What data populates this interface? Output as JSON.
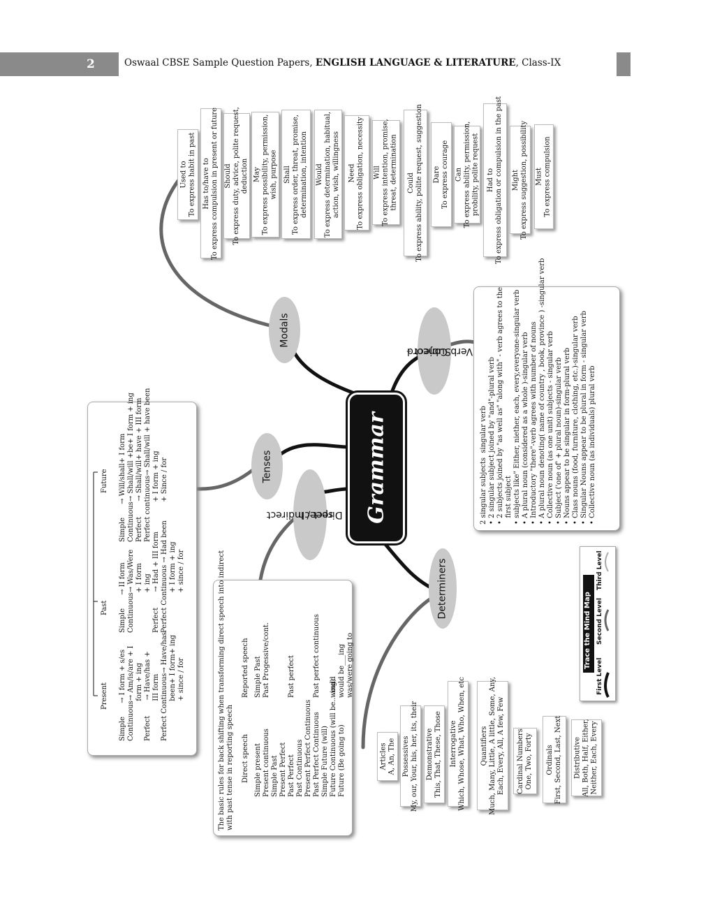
{
  "header": {
    "page_number": "2",
    "title_prefix": "Oswaal CBSE Sample Question Papers,",
    "title_bold": "ENGLISH LANGUAGE & LITERATURE",
    "title_suffix": ", Class-IX"
  },
  "center_label": "Grammar",
  "branches": {
    "modals": "Modals",
    "tenses": "Tenses",
    "direct_indirect_1": "Direct / Indirect",
    "direct_indirect_2": "speech",
    "determiners": "Determiners",
    "svc_1": "Subject –",
    "svc_2": "Verb Concord"
  },
  "modals": [
    {
      "name": "Used to",
      "desc": "To express habit in past"
    },
    {
      "name": "Has to/have to",
      "desc": "To express compulsion in present or future"
    },
    {
      "name": "Should",
      "desc": "To express duty, advice, polite request,",
      "desc2": "deduction"
    },
    {
      "name": "May",
      "desc": "To express possibility, permission,",
      "desc2": "wish, purpose"
    },
    {
      "name": "Shall",
      "desc": "To express order, threat, promise,",
      "desc2": "determination, intention"
    },
    {
      "name": "Would",
      "desc": "To express determination, habitual,",
      "desc2": "action, wish, willingness"
    },
    {
      "name": "Need",
      "desc": "To express obligation, necessity"
    },
    {
      "name": "Will",
      "desc": "To express intention, promise,",
      "desc2": "threat, determination"
    },
    {
      "name": "Could",
      "desc": "To express ability, polite request, suggestion"
    },
    {
      "name": "Dare",
      "desc": "To express courage"
    },
    {
      "name": "Can",
      "desc": "To express ability, permission,",
      "desc2": "probility, polite request"
    },
    {
      "name": "Had to",
      "desc": "To express obligation or compulsion in the past"
    },
    {
      "name": "Might",
      "desc": "To express suggestion, possibility"
    },
    {
      "name": "Must",
      "desc": "To express compulsion"
    }
  ],
  "tenses": {
    "present_head": "Present",
    "past_head": "Past",
    "future_head": "Future",
    "present_lines": "Simple      → I form + s/es\nContinuous→ Am/is/are + I\n                  form + ing\nPerfect       → Have/has +\n                  III form\nPerfect Continuous→ Have/has\n                  been+ I form+ ing\n                  + since / for",
    "past_lines": "Simple      → II form\nContinuous→ Was/Were\n                  + I form\n                  + ing\nPerfect       → Had + III form\nPerfect Continuous → Had been\n                  + I form + ing\n                  + since / for",
    "future_lines": "Simple      → Will/shall+ I form\nContinuous→ Shall/will +be+ I form + ing\nPerfect       → Shall/will+ have + III form\nPerfect continuous→ Shall/will + have been\n                  + I form + ing\n                  + Since / for"
  },
  "speech": {
    "intro": "The basic rules for back shifting when transforming direct speech into indirect\nwith past tense in reporting speech",
    "direct_head": "Direct speech",
    "reported_head": "Reported speech",
    "direct_lines": "Simple present\nPresent continuous\nSimple Past\nPresent Perfect\nPast Perfect\nPast Continuous\nPresent Perfect Continuous\nPast Perfect Continuous\nSimple Future (will)\nFuture Continuous (will be....ing)\nFuture (Be going to)",
    "reported_lines": "Simple Past\nPast Progessive/cont.\n\n\nPast perfect\n\n\nPast perfect continuous\n\nwould\nwould be___ing\nwas/were going to"
  },
  "svc_lines": "2 singular subjects  singular verb\n• 2 singular subject joined by \"and\"-plural verb\n• 2 subjects joined by \"as well as\" \"along with\" - verb agrees to the\n   first subject\n• subjects like\" Either, niether, each, every,everyone-singular verb\n• A plural noun (considered as a whole )-singular verb\n• Introductory \"there\"-verb agrees with number of nouns\n• A plural noun denoting( name of country , book, province ) -singular verb\n• Collective noun (as one unit) subjects - singular verb\n• Subject ('one of' + plural noun)-singular verb\n• Nouns appear to be singular in form-plural verb\n• Class nouns (food, furniture, clothing, etc.)-singular verb\n• Singular Nouns appear to be plural in form - singular verb\n• Collective noun (as individuals) plural verb",
  "determiners": [
    {
      "name": "Articles",
      "desc": "A, An, The"
    },
    {
      "name": "Possessives",
      "desc": "My, our, Your, his, her, its, their"
    },
    {
      "name": "Demonstrative",
      "desc": "This, That, These, Those"
    },
    {
      "name": "Interrogative",
      "desc": "Which, Whose, What, Who, When, etc"
    },
    {
      "name": "Quantifiers",
      "desc": "Much, Many, Little, A little, Some, Any,",
      "desc2": "Each, Every, All, A few, Few"
    },
    {
      "name": "Cardinal Numbers",
      "desc": "One, Two, Forty"
    },
    {
      "name": "Ordinals",
      "desc": "First, Second, Last, Next"
    },
    {
      "name": "Distributive",
      "desc": "All, Both, Half, Either,",
      "desc2": "Neither, Each, Every"
    }
  ],
  "legend": {
    "title": "Trace the Mind Map",
    "first": "First Level",
    "second": "Second Level",
    "third": "Third Level"
  }
}
